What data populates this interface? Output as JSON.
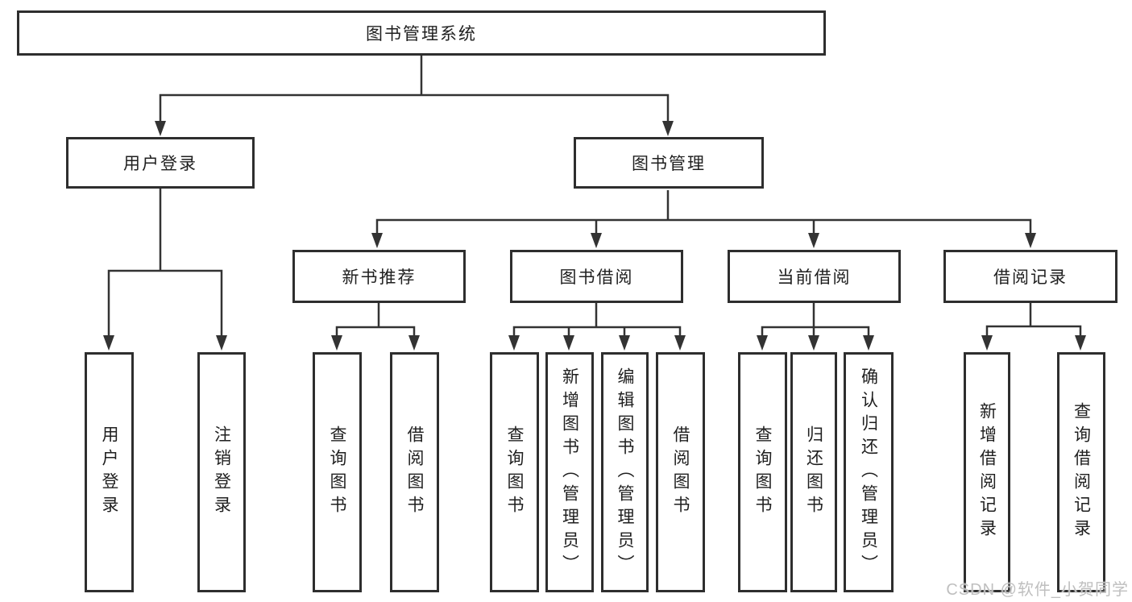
{
  "diagram": {
    "title": "图书管理系统",
    "nodes": {
      "root": {
        "label": "图书管理系统"
      },
      "userLogin": {
        "label": "用户登录"
      },
      "bookMgmt": {
        "label": "图书管理"
      },
      "newBook": {
        "label": "新书推荐"
      },
      "bookBorrow": {
        "label": "图书借阅"
      },
      "currentBorrow": {
        "label": "当前借阅"
      },
      "borrowRecord": {
        "label": "借阅记录"
      },
      "leafUserLogin": {
        "label": "用户登录"
      },
      "leafLogout": {
        "label": "注销登录"
      },
      "leafNbQuery": {
        "label": "查询图书"
      },
      "leafNbBorrow": {
        "label": "借阅图书"
      },
      "leafBbQuery": {
        "label": "查询图书"
      },
      "leafBbAdd": {
        "label": "新增图书（管理员）"
      },
      "leafBbEdit": {
        "label": "编辑图书（管理员）"
      },
      "leafBbBorrow": {
        "label": "借阅图书"
      },
      "leafCbQuery": {
        "label": "查询图书"
      },
      "leafCbReturn": {
        "label": "归还图书"
      },
      "leafCbConfirm": {
        "label": "确认归还（管理员）"
      },
      "leafBrAdd": {
        "label": "新增借阅记录"
      },
      "leafBrQuery": {
        "label": "查询借阅记录"
      }
    }
  },
  "watermark": {
    "text": "CSDN @软件_小贺同学"
  },
  "colors": {
    "line": "#333333",
    "node_border": "#2e2e2e",
    "node_text": "#1f1f1f",
    "background": "#ffffff",
    "watermark_text": "#bfbfbf"
  }
}
